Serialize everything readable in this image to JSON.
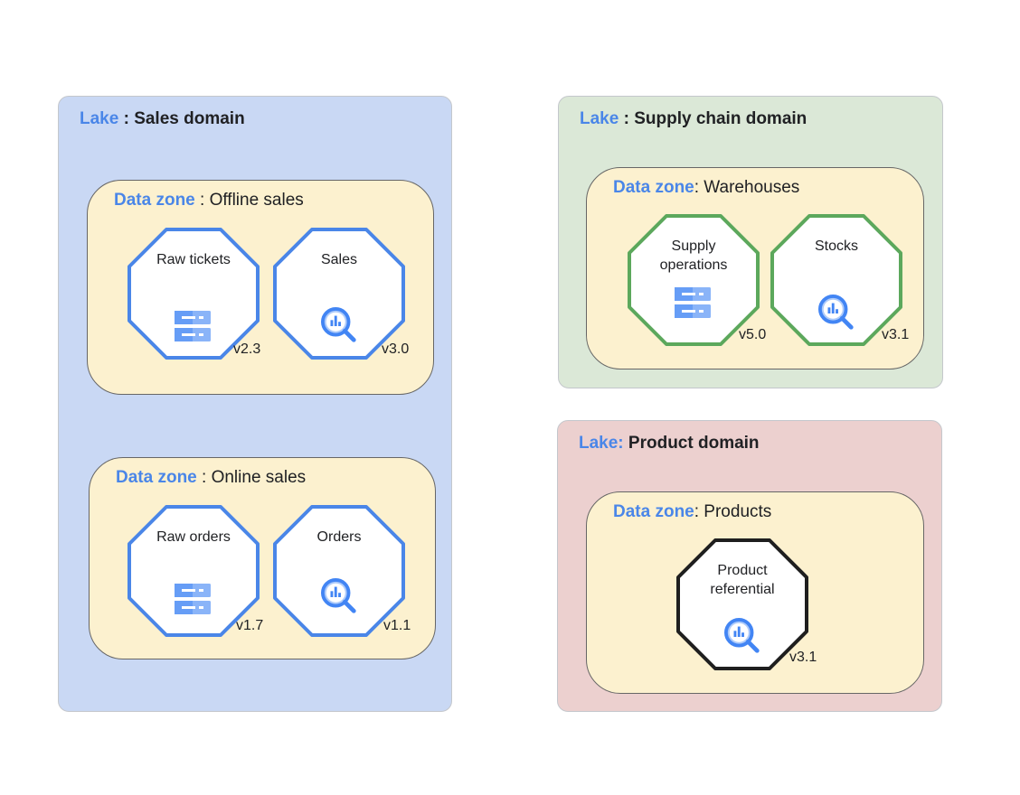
{
  "colors": {
    "keyword": "#4a86e8",
    "sales_lake_bg": "#c9d8f4",
    "supply_lake_bg": "#dbe8d7",
    "product_lake_bg": "#ecd0cf",
    "zone_bg": "#fcf1cf",
    "blue_octagon": "#4a86e8",
    "green_octagon": "#5ca85c",
    "black_octagon": "#1f1f1f",
    "icon_blue": "#669df6",
    "icon_dark_blue": "#4285f4"
  },
  "lakes": {
    "sales": {
      "kw": "Lake",
      "name": " : Sales domain",
      "zones": {
        "offline": {
          "kw": "Data zone",
          "name": " : Offline sales",
          "assets": [
            {
              "label": "Raw tickets",
              "icon": "storage-icon",
              "version": "v2.3"
            },
            {
              "label": "Sales",
              "icon": "bigquery-icon",
              "version": "v3.0"
            }
          ]
        },
        "online": {
          "kw": "Data zone",
          "name": " : Online sales",
          "assets": [
            {
              "label": "Raw orders",
              "icon": "storage-icon",
              "version": "v1.7"
            },
            {
              "label": "Orders",
              "icon": "bigquery-icon",
              "version": "v1.1"
            }
          ]
        }
      }
    },
    "supply": {
      "kw": "Lake",
      "name": " : Supply chain domain",
      "zones": {
        "warehouses": {
          "kw": "Data zone",
          "name": ": Warehouses",
          "assets": [
            {
              "label": "Supply operations",
              "icon": "storage-icon",
              "version": "v5.0"
            },
            {
              "label": "Stocks",
              "icon": "bigquery-icon",
              "version": "v3.1"
            }
          ]
        }
      }
    },
    "product": {
      "kw": "Lake:",
      "name": " Product domain",
      "zones": {
        "products": {
          "kw": "Data zone",
          "name": ": Products",
          "assets": [
            {
              "label": "Product referential",
              "icon": "bigquery-icon",
              "version": "v3.1"
            }
          ]
        }
      }
    }
  }
}
